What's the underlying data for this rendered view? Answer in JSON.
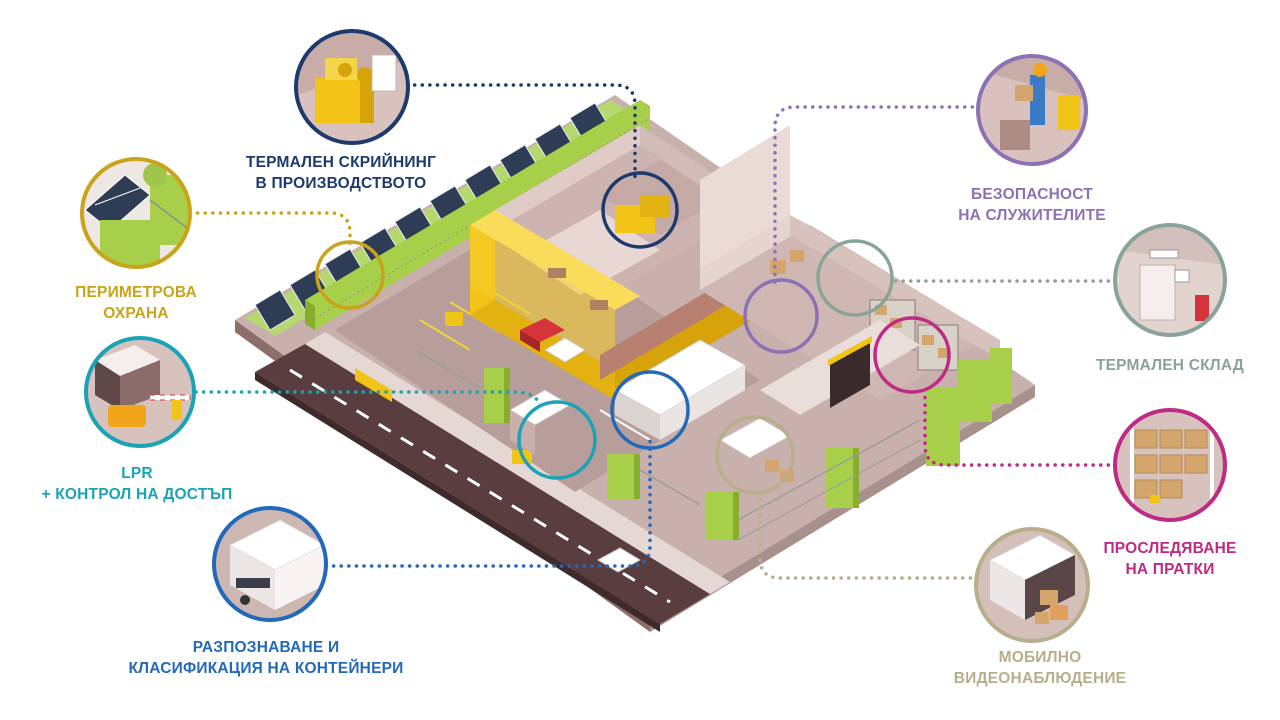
{
  "colors": {
    "navy": "#1d3a6e",
    "gold": "#c9a31a",
    "teal": "#1aa3b6",
    "blue": "#2468b9",
    "purple": "#8c72b5",
    "sage": "#8aa398",
    "magenta": "#be2a84",
    "khaki": "#b7ae8c",
    "building_yellow": "#f2c418",
    "hedge_green": "#a8cf4a",
    "ground": "#c3a9a6",
    "road": "#5a3d3e"
  },
  "labels": {
    "thermal_screening": {
      "line1": "ТЕРМАЛЕН СКРИЙНИНГ",
      "line2": "В ПРОИЗВОДСТВОТО"
    },
    "perimeter": {
      "line1": "ПЕРИМЕТРОВА",
      "line2": "ОХРАНА"
    },
    "lpr": {
      "line1": "LPR",
      "line2": "+ КОНТРОЛ НА ДОСТЪП"
    },
    "containers": {
      "line1": "РАЗПОЗНАВАНЕ И",
      "line2": "КЛАСИФИКАЦИЯ НА КОНТЕЙНЕРИ"
    },
    "employee_safety": {
      "line1": "БЕЗОПАСНОСТ",
      "line2": "НА СЛУЖИТЕЛИТЕ"
    },
    "thermal_warehouse": {
      "line1": "ТЕРМАЛЕН СКЛАД"
    },
    "parcel_tracking": {
      "line1": "ПРОСЛЕДЯВАНЕ",
      "line2": "НА ПРАТКИ"
    },
    "mobile_surveillance": {
      "line1": "МОБИЛНО",
      "line2": "ВИДЕОНАБЛЮДЕНИЕ"
    }
  },
  "icons": {
    "thermal_screening": "generator-machinery-icon",
    "perimeter": "solar-panel-fence-icon",
    "lpr": "gate-barrier-car-icon",
    "containers": "truck-icon",
    "employee_safety": "worker-icon",
    "thermal_warehouse": "warehouse-door-icon",
    "parcel_tracking": "shelving-boxes-icon",
    "mobile_surveillance": "van-boxes-icon"
  }
}
